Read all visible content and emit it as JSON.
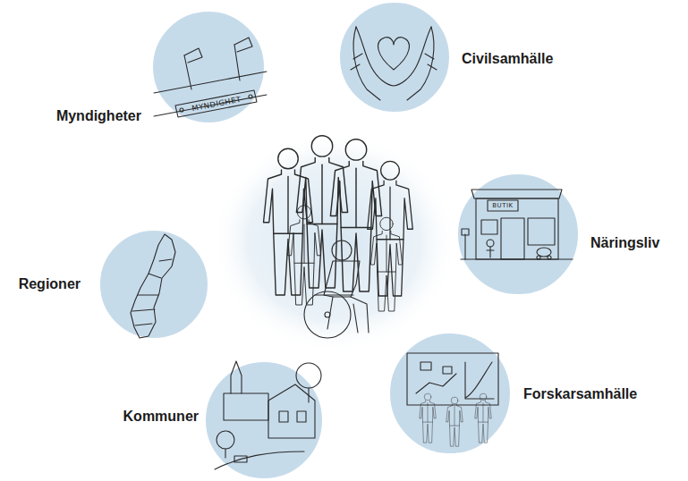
{
  "diagram": {
    "nodes": [
      {
        "text": [
          "Myndigheter"
        ]
      },
      {
        "text": [
          "Civilsamhälle"
        ]
      },
      {
        "text": [
          "Regioner"
        ]
      },
      {
        "text": [
          "Näringsliv"
        ]
      },
      {
        "text": [
          "Kommuner"
        ]
      },
      {
        "text": [
          "Forskarsamhälle"
        ]
      }
    ],
    "labels": [
      "MYNDIGHET",
      "BUTIK"
    ]
  }
}
